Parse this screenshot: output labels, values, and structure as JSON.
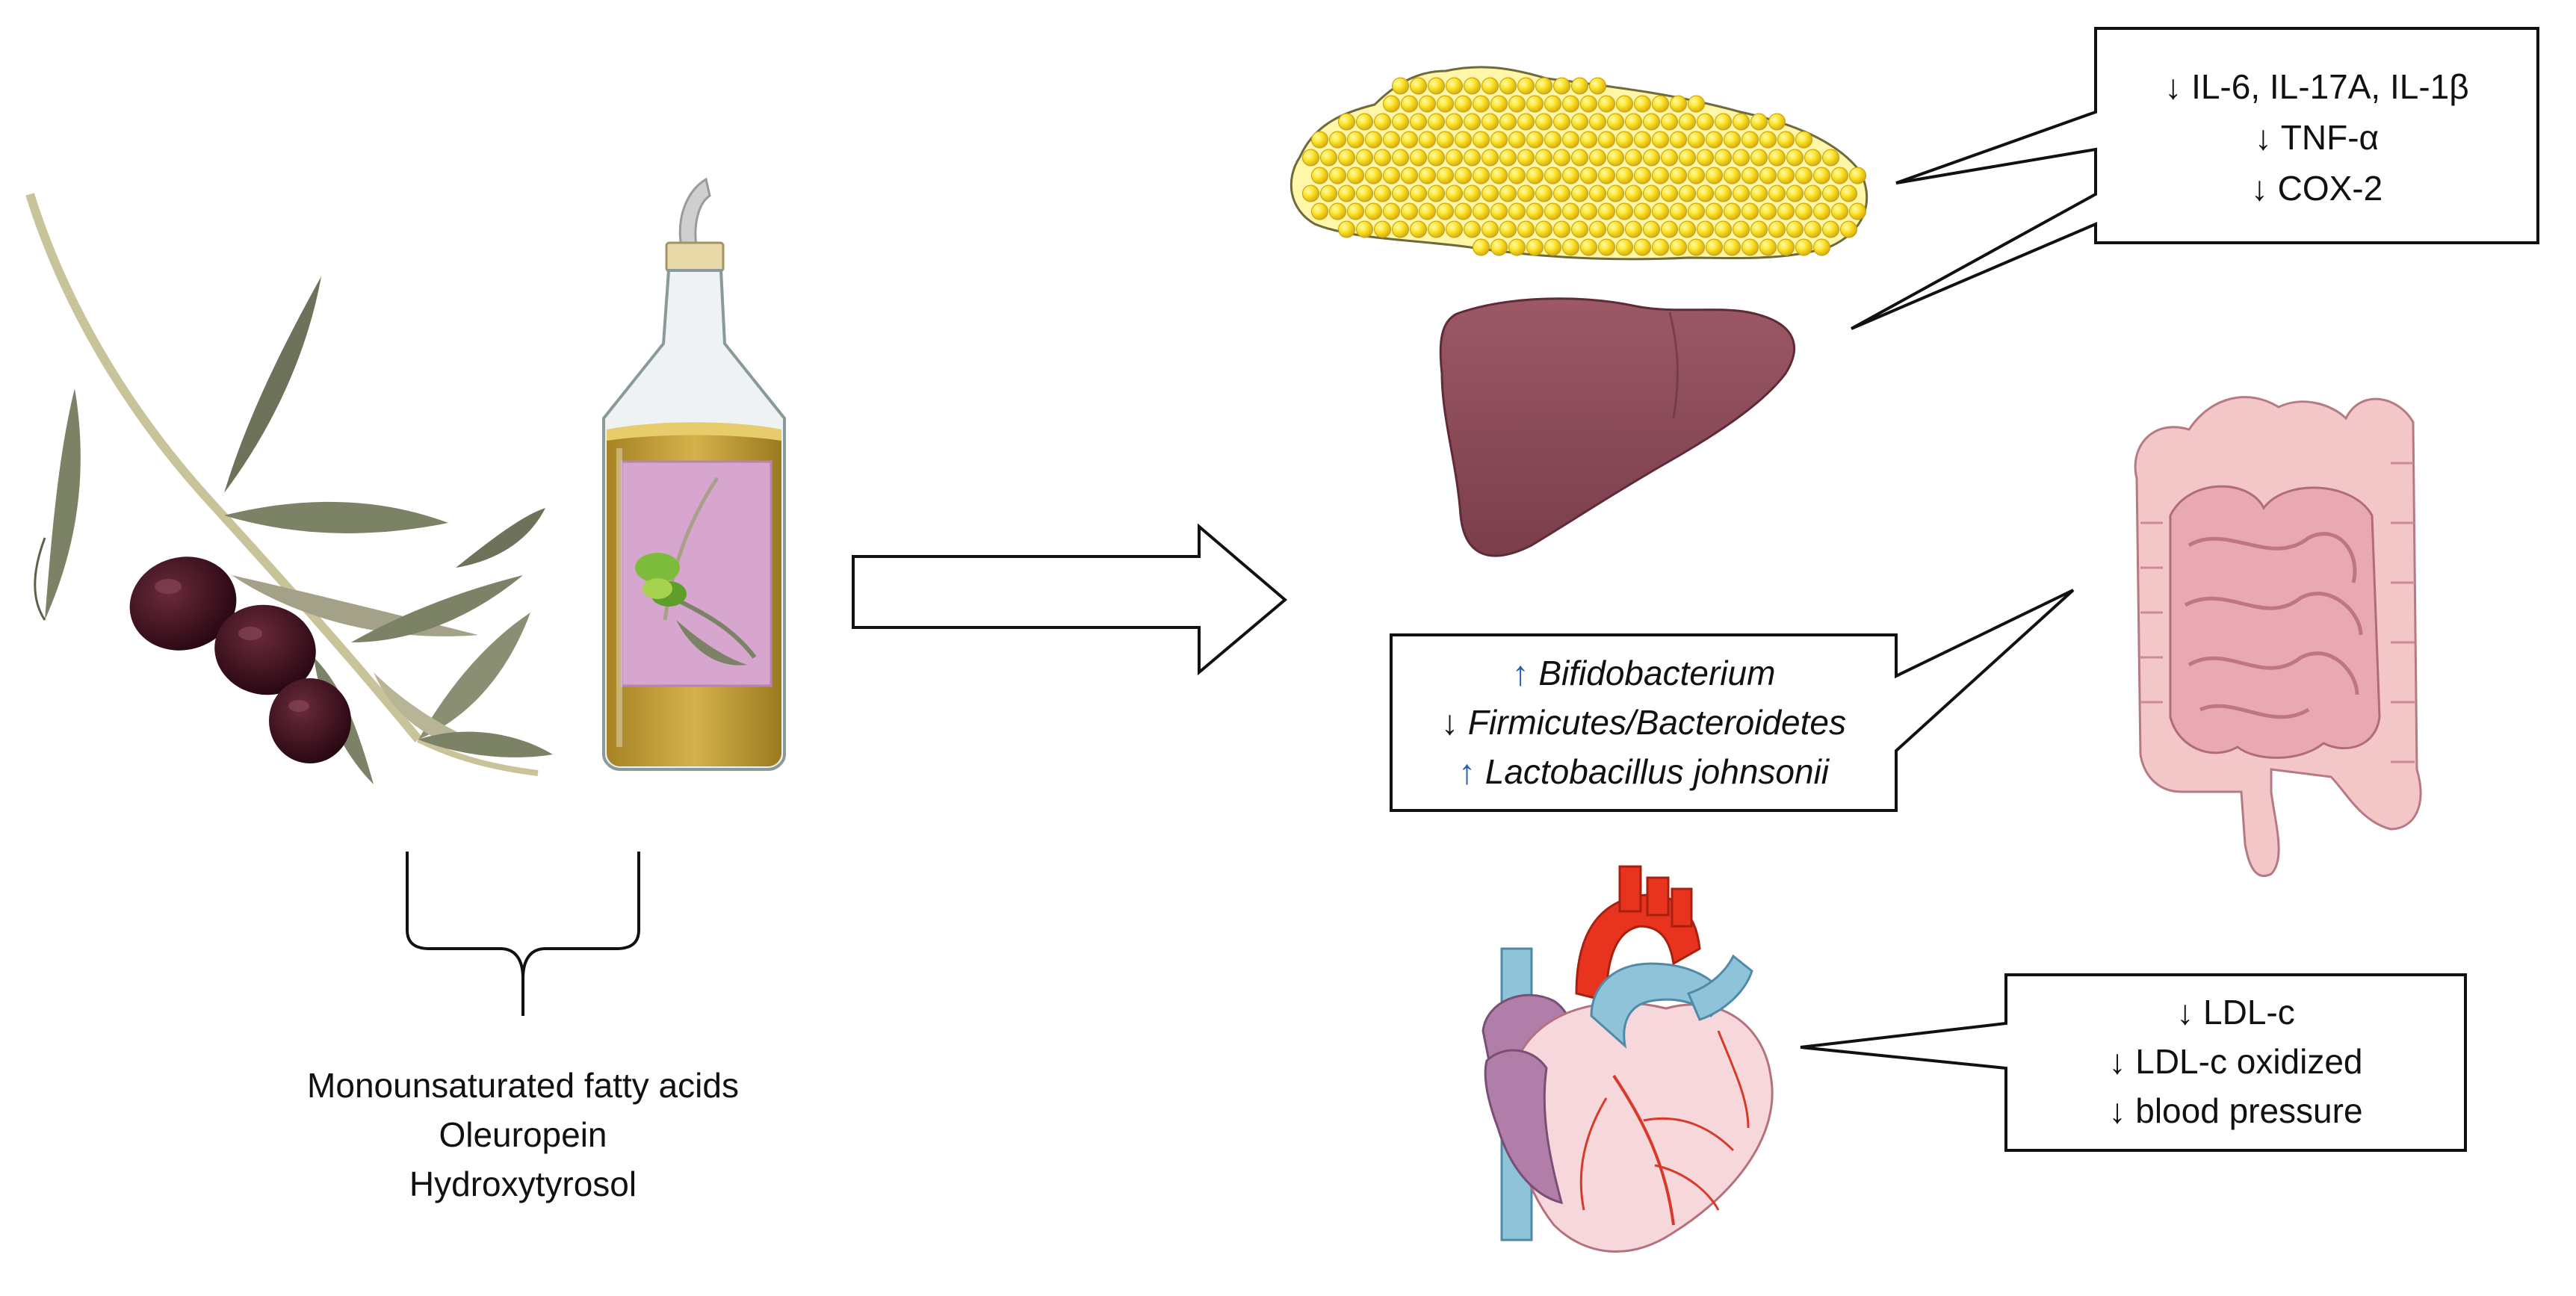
{
  "compounds": [
    "Monounsaturated fatty acids",
    "Oleuropein",
    "Hydroxytyrosol"
  ],
  "callouts": {
    "inflammation": {
      "lines": [
        {
          "arrow": "↓",
          "text": "IL-6, IL-17A, IL-1β",
          "italic": false
        },
        {
          "arrow": "↓",
          "text": "TNF-α",
          "italic": false
        },
        {
          "arrow": "↓",
          "text": "COX-2",
          "italic": false
        }
      ]
    },
    "microbiota": {
      "lines": [
        {
          "arrow": "↑",
          "text": "Bifidobacterium",
          "italic": true
        },
        {
          "arrow": "↓",
          "text": "Firmicutes/Bacteroidetes",
          "italic": true
        },
        {
          "arrow": "↑",
          "text": "Lactobacillus johnsonii",
          "italic": true
        }
      ]
    },
    "cardiovascular": {
      "lines": [
        {
          "arrow": "↓",
          "text": "LDL-c",
          "italic": false
        },
        {
          "arrow": "↓",
          "text": "LDL-c oxidized",
          "italic": false
        },
        {
          "arrow": "↓",
          "text": "blood pressure",
          "italic": false
        }
      ]
    }
  },
  "icons": {
    "olive_branch": "olive-branch-icon",
    "oil_bottle": "olive-oil-bottle-icon",
    "adipose": "adipose-tissue-icon",
    "liver": "liver-icon",
    "intestine": "intestine-icon",
    "heart": "heart-icon"
  },
  "colors": {
    "olive_fruit": "#3a0f1e",
    "leaf": "#7c8266",
    "oil": "#c9a43a",
    "label": "#d7a6cf",
    "fat": "#f7e428",
    "liver": "#8c4c5a",
    "intestine": "#f0b9bf",
    "heart_red": "#e8331f",
    "heart_blue": "#8fc3da",
    "heart_pink": "#f6d8dc"
  }
}
